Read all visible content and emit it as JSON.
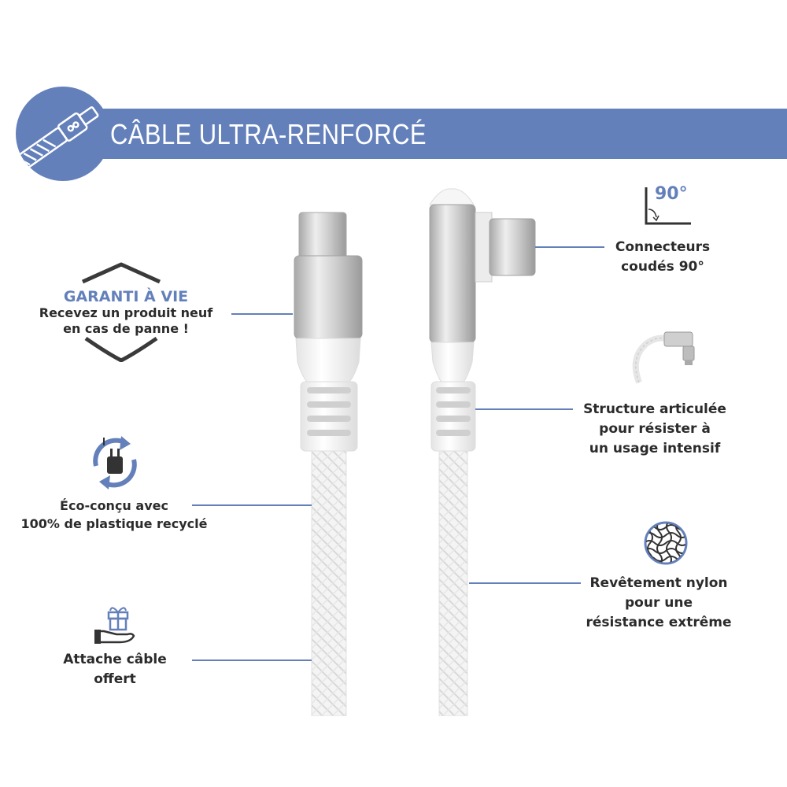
{
  "banner": {
    "title": "CÂBLE  ULTRA-RENFORCÉ",
    "color": "#6480bb"
  },
  "features_left": [
    {
      "id": "guarantee",
      "icon": "shield-icon",
      "title": "GARANTI À VIE",
      "lines": [
        "Recevez un produit neuf",
        "en cas de panne !"
      ]
    },
    {
      "id": "eco",
      "icon": "recycled-charger-icon",
      "lines": [
        "Éco-conçu avec",
        "100% de plastique recyclé"
      ]
    },
    {
      "id": "cable-tie",
      "icon": "gift-hand-icon",
      "lines": [
        "Attache câble",
        "offert"
      ]
    }
  ],
  "features_right": [
    {
      "id": "angled-connector",
      "icon": "right-angle-icon",
      "icon_label": "90°",
      "lines": [
        "Connecteurs",
        "coudés 90°"
      ]
    },
    {
      "id": "articulated",
      "icon": "angled-cable-icon",
      "lines": [
        "Structure articulée",
        "pour résister à",
        "un usage intensif"
      ]
    },
    {
      "id": "nylon",
      "icon": "nylon-mesh-icon",
      "lines": [
        "Revêtement nylon",
        "pour une",
        "résistance extrême"
      ]
    }
  ],
  "colors": {
    "accent": "#6480bb",
    "text": "#2b2b2b",
    "metal": "#c8c8c8",
    "cable": "#f2f2f2"
  }
}
